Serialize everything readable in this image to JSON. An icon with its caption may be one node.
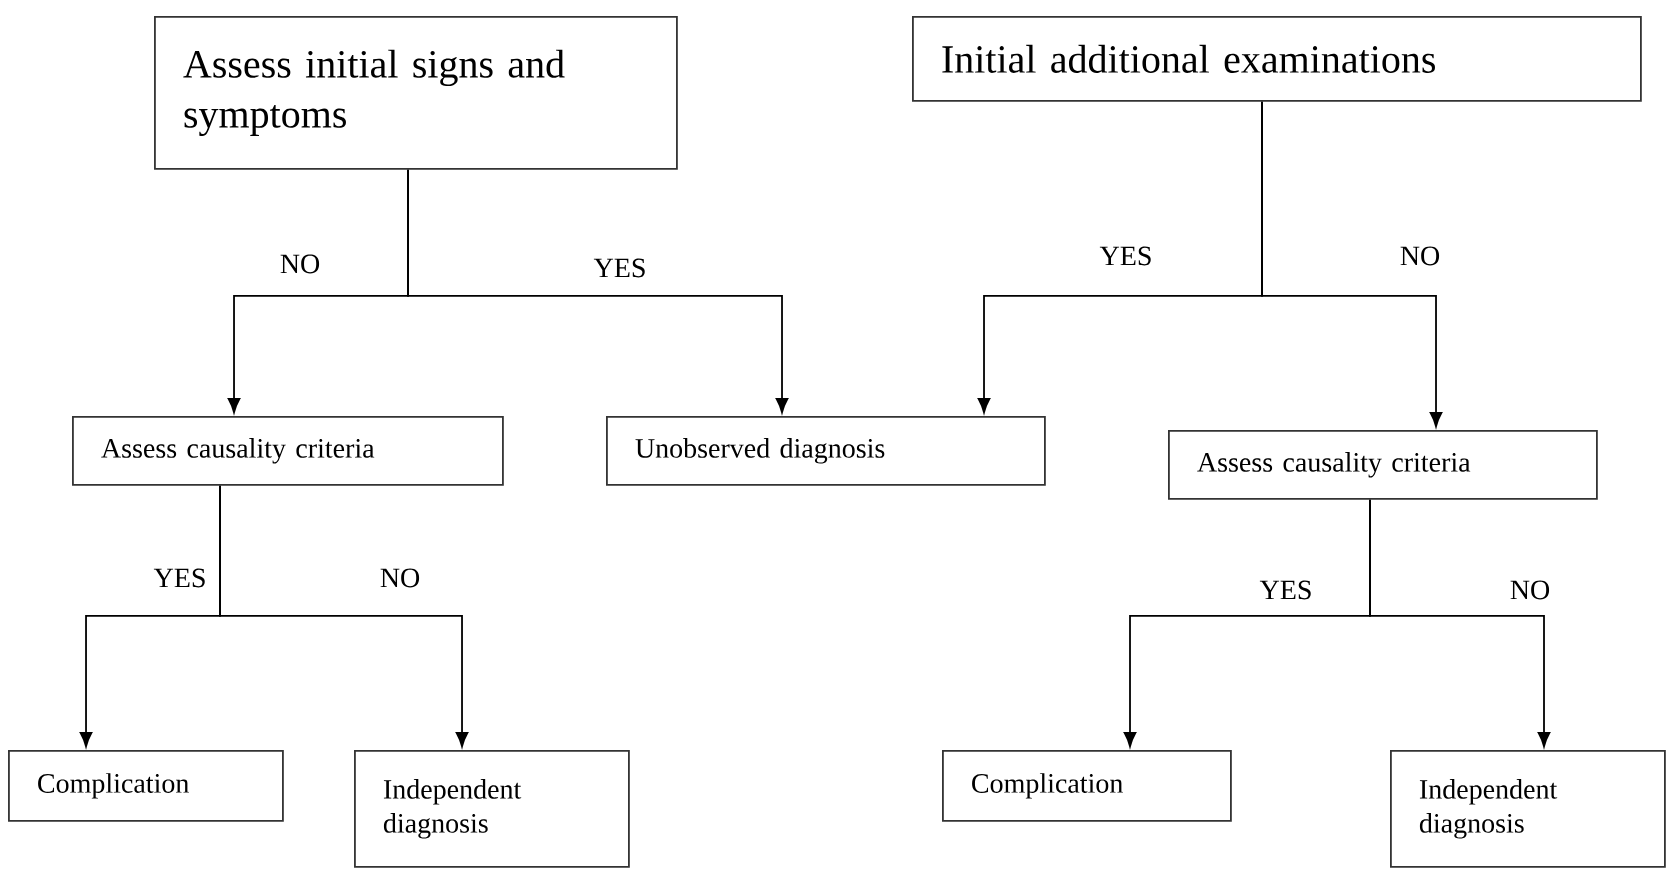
{
  "diagram": {
    "nodes": [
      {
        "text": [
          "Assess initial signs and symptoms"
        ]
      },
      {
        "text": [
          "Initial additional examinations"
        ]
      },
      {
        "text": [
          "Assess causality criteria"
        ]
      },
      {
        "text": [
          "Unobserved diagnosis"
        ]
      },
      {
        "text": [
          "Assess causality criteria"
        ]
      },
      {
        "text": [
          "Complication"
        ]
      },
      {
        "text": [
          "Independent diagnosis"
        ]
      },
      {
        "text": [
          "Complication"
        ]
      },
      {
        "text": [
          "Independent diagnosis"
        ]
      }
    ],
    "edges": [
      {
        "from": 0,
        "to": 2,
        "arrow": "to",
        "label": "NO"
      },
      {
        "from": 0,
        "to": 3,
        "arrow": "to",
        "label": "YES"
      },
      {
        "from": 1,
        "to": 3,
        "arrow": "to",
        "label": "YES"
      },
      {
        "from": 1,
        "to": 4,
        "arrow": "to",
        "label": "NO"
      },
      {
        "from": 2,
        "to": 5,
        "arrow": "to",
        "label": "YES"
      },
      {
        "from": 2,
        "to": 6,
        "arrow": "to",
        "label": "NO"
      },
      {
        "from": 4,
        "to": 7,
        "arrow": "to",
        "label": "YES"
      },
      {
        "from": 4,
        "to": 8,
        "arrow": "to",
        "label": "NO"
      }
    ]
  }
}
